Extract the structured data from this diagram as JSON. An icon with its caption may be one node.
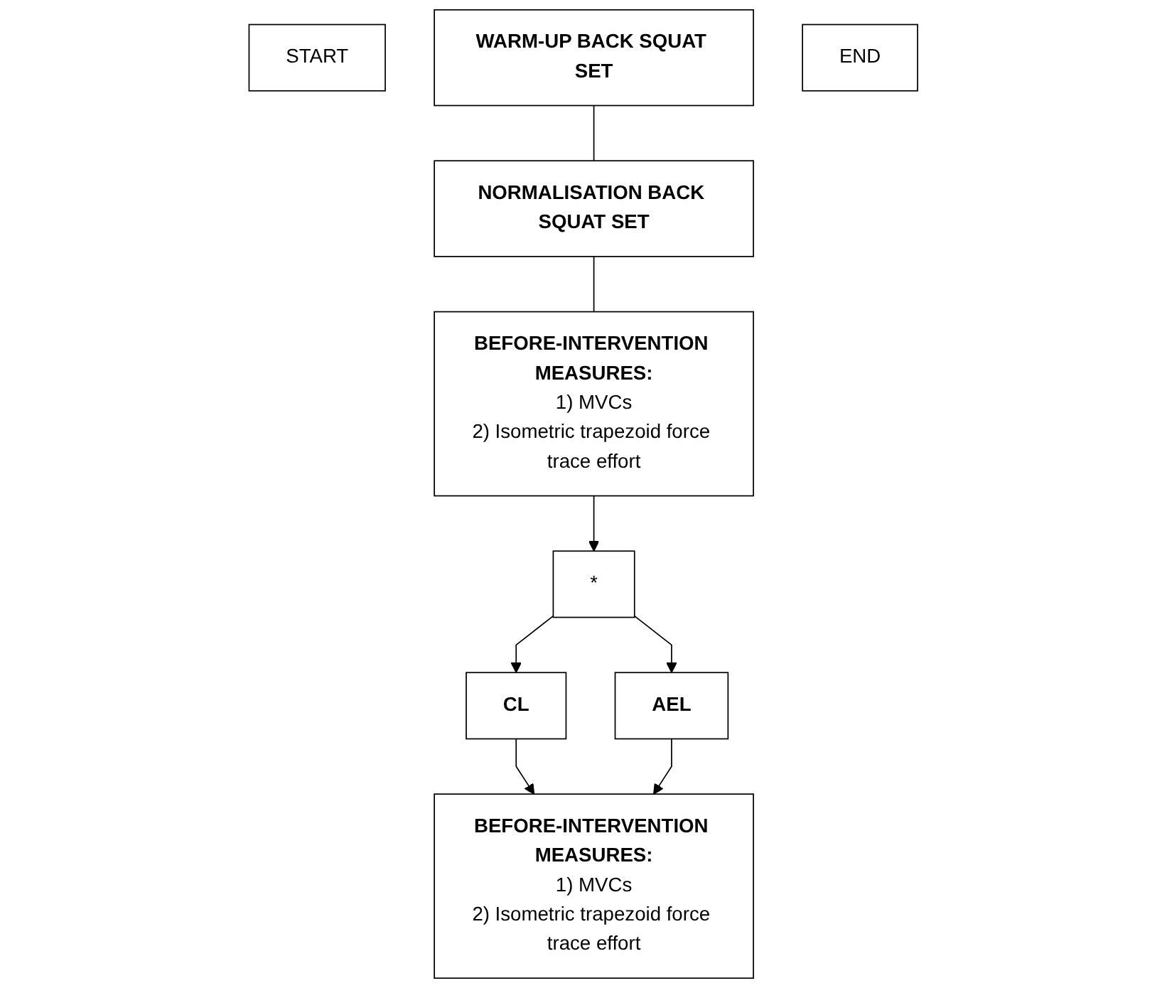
{
  "diagram": {
    "nodes": [
      {
        "text": [
          "START"
        ]
      },
      {
        "text": [
          "WARM-UP BACK SQUAT SET"
        ]
      },
      {
        "text": [
          "NORMALISATION BACK SQUAT SET"
        ]
      },
      {
        "text": [
          "BEFORE-INTERVENTION MEASURES:",
          "1) MVCs",
          "2) Isometric trapezoid force trace effort"
        ]
      },
      {
        "text": [
          "*"
        ]
      },
      {
        "text": [
          "CL"
        ]
      },
      {
        "text": [
          "AEL"
        ]
      },
      {
        "text": [
          "END"
        ]
      },
      {
        "text": [
          "BEFORE-INTERVENTION MEASURES:",
          "1) MVCs",
          "2) Isometric trapezoid force trace effort"
        ]
      }
    ],
    "edges": [
      {
        "from": 1,
        "to": 2,
        "arrow": "none"
      },
      {
        "from": 2,
        "to": 3,
        "arrow": "none"
      },
      {
        "from": 3,
        "to": 4,
        "arrow": "to"
      },
      {
        "from": 4,
        "to": 5,
        "arrow": "to"
      },
      {
        "from": 4,
        "to": 6,
        "arrow": "to"
      },
      {
        "from": 5,
        "to": 8,
        "arrow": "to"
      },
      {
        "from": 6,
        "to": 8,
        "arrow": "to"
      }
    ]
  }
}
